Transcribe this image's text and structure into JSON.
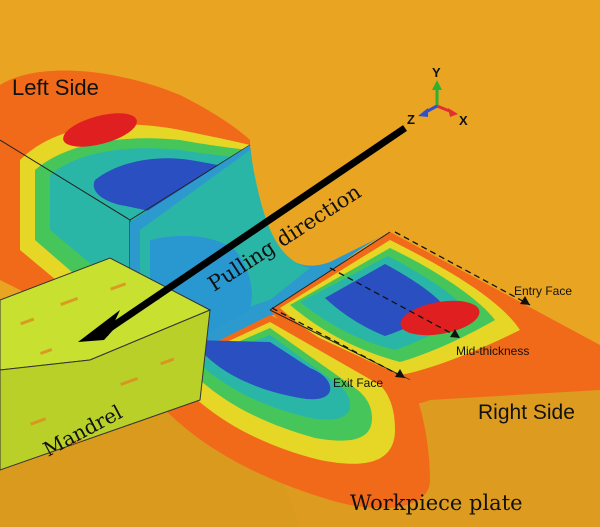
{
  "labels": {
    "left_side": "Left Side",
    "right_side": "Right Side",
    "workpiece_plate": "Workpiece plate",
    "mandrel": "Mandrel",
    "pulling_direction": "Pulling direction",
    "entry_face": "Entry Face",
    "mid_thickness": "Mid-thickness",
    "exit_face": "Exit Face"
  },
  "axes": {
    "y": "Y",
    "x": "X",
    "z": "Z",
    "triad_z": "Z"
  },
  "colors": {
    "background": "#ffffff",
    "plate_base": "#E8A020",
    "plate_dark": "#C88A18",
    "contour_red": "#E02020",
    "contour_orange_red": "#F05A18",
    "contour_orange": "#F08A1A",
    "contour_yellow": "#E8D820",
    "contour_yellow_green": "#A8D838",
    "contour_green": "#3CC860",
    "contour_teal": "#2AB8A8",
    "contour_cyan": "#2A98D0",
    "contour_blue": "#2850C0",
    "mandrel_fill": "#C8E030",
    "mandrel_side": "#A8C020",
    "arrow": "#000000",
    "axis_y": "#30B030",
    "axis_x": "#E03030",
    "axis_z": "#3050D0"
  }
}
